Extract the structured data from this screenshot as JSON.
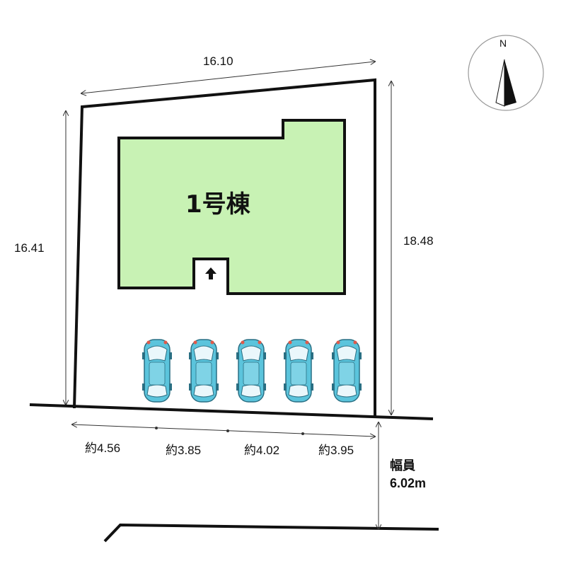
{
  "site": {
    "top_length": "16.10",
    "left_length": "16.41",
    "right_length": "18.48"
  },
  "building": {
    "label": "1号棟",
    "fill_color": "#c8f2b4"
  },
  "parking": {
    "car_count": 5,
    "car_color": "#5bc4dc",
    "segments": [
      "約4.56",
      "約3.85",
      "約4.02",
      "約3.95"
    ]
  },
  "road": {
    "label": "幅員",
    "width": "6.02m"
  },
  "compass": {
    "north": "N"
  }
}
